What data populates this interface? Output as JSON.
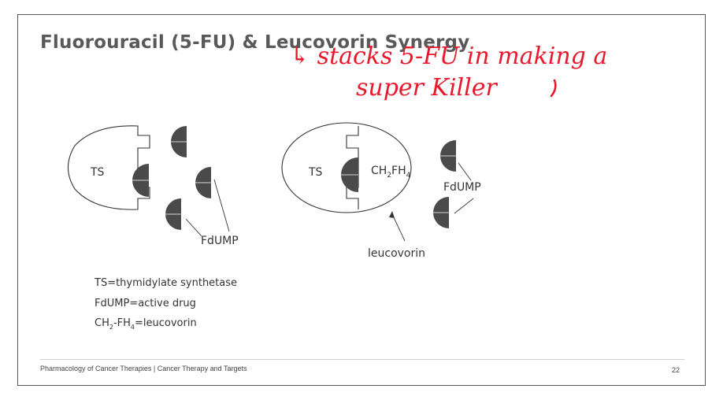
{
  "slide": {
    "title": "Fluorouracil (5-FU) & Leucovorin Synergy",
    "handwriting": [
      "↳ stacks 5-FU in making a",
      "super Killer"
    ],
    "footer": "Pharmacology of Cancer Therapies | Cancer Therapy and Targets",
    "page_number": "22"
  },
  "diagram_left": {
    "enzyme_label": "TS",
    "drug_label": "FdUMP"
  },
  "diagram_right": {
    "enzyme_label": "TS",
    "cofactor_main": "CH",
    "cofactor_sub1": "2",
    "cofactor_mid": "FH",
    "cofactor_sub2": "4",
    "drug_label": "FdUMP",
    "leucovorin_label": "leucovorin"
  },
  "legend": {
    "line1": "TS=thymidylate synthetase",
    "line2": "FdUMP=active drug",
    "line3_a": "CH",
    "line3_sub1": "2",
    "line3_b": "-FH",
    "line3_sub2": "4",
    "line3_c": "=leucovorin"
  },
  "colors": {
    "title": "#595959",
    "drug_fill": "#4a4a4a",
    "handwriting": "#e8192c",
    "outline": "#333333"
  }
}
